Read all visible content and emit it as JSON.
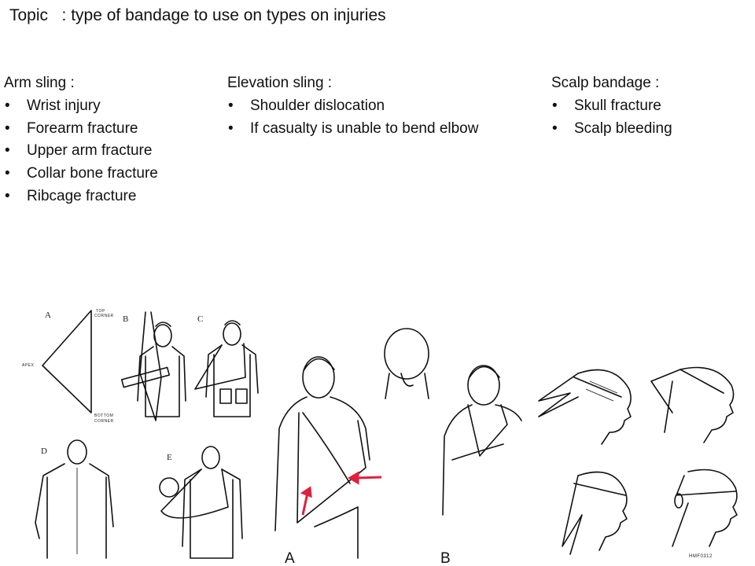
{
  "title": "Topic   : type of bandage to use on types on injuries",
  "columns": [
    {
      "heading": "Arm sling :",
      "items": [
        "Wrist injury",
        "Forearm fracture",
        "Upper arm fracture",
        "Collar bone fracture",
        "Ribcage fracture"
      ]
    },
    {
      "heading": "Elevation sling :",
      "items": [
        "Shoulder dislocation",
        "If casualty is unable to bend elbow"
      ]
    },
    {
      "heading": "Scalp bandage :",
      "items": [
        "Skull fracture",
        "Scalp bleeding"
      ]
    }
  ],
  "bullet": "•",
  "figures": {
    "arm_sling": {
      "panel_a": "A",
      "top_corner_1": "TOP",
      "top_corner_2": "CORNER",
      "apex": "APEX",
      "bottom_corner_1": "BOTTOM",
      "bottom_corner_2": "CORNER",
      "panel_b": "B",
      "panel_c": "C",
      "panel_d": "D",
      "panel_e": "E"
    },
    "elevation_sling": {
      "panel_a": "A",
      "panel_b": "B",
      "arrow_color": "#e0203c"
    },
    "scalp_bandage": {
      "code": "HMF0312"
    }
  }
}
